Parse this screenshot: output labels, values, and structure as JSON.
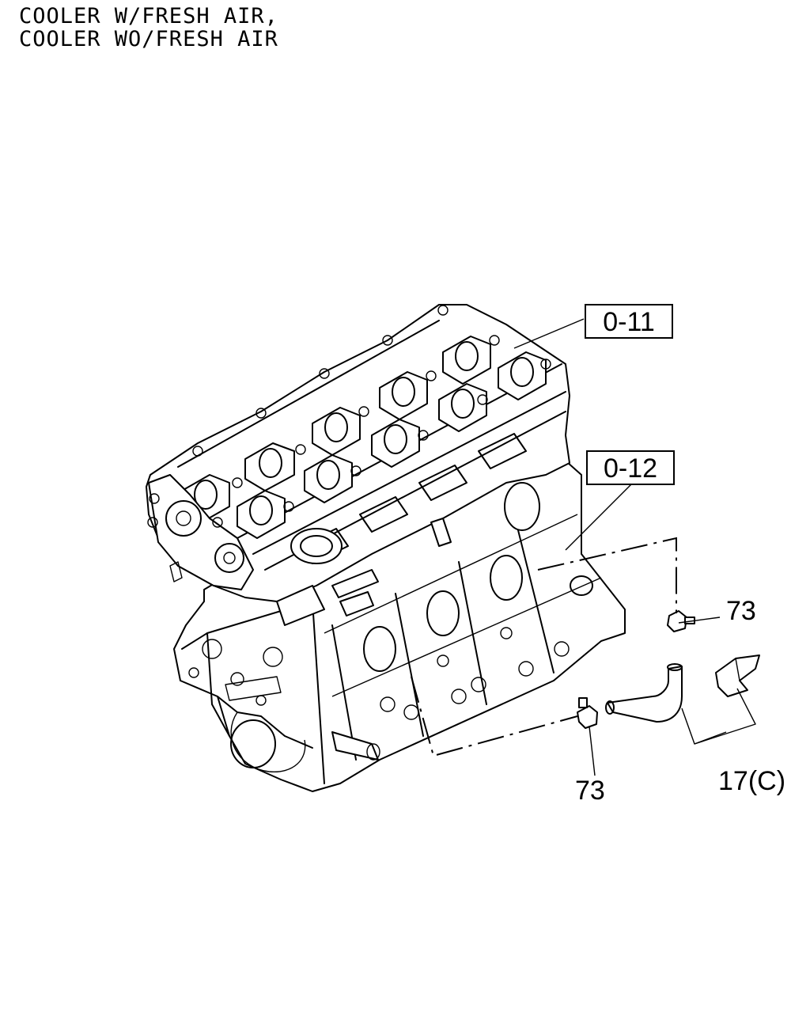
{
  "title": {
    "line1": "COOLER W/FRESH AIR,",
    "line2": "COOLER WO/FRESH AIR"
  },
  "refs": {
    "cylinder_head": "0-11",
    "cylinder_block": "0-12"
  },
  "callouts": {
    "clamp_upper": "73",
    "clamp_lower": "73",
    "hose_kit": "17(C)"
  }
}
